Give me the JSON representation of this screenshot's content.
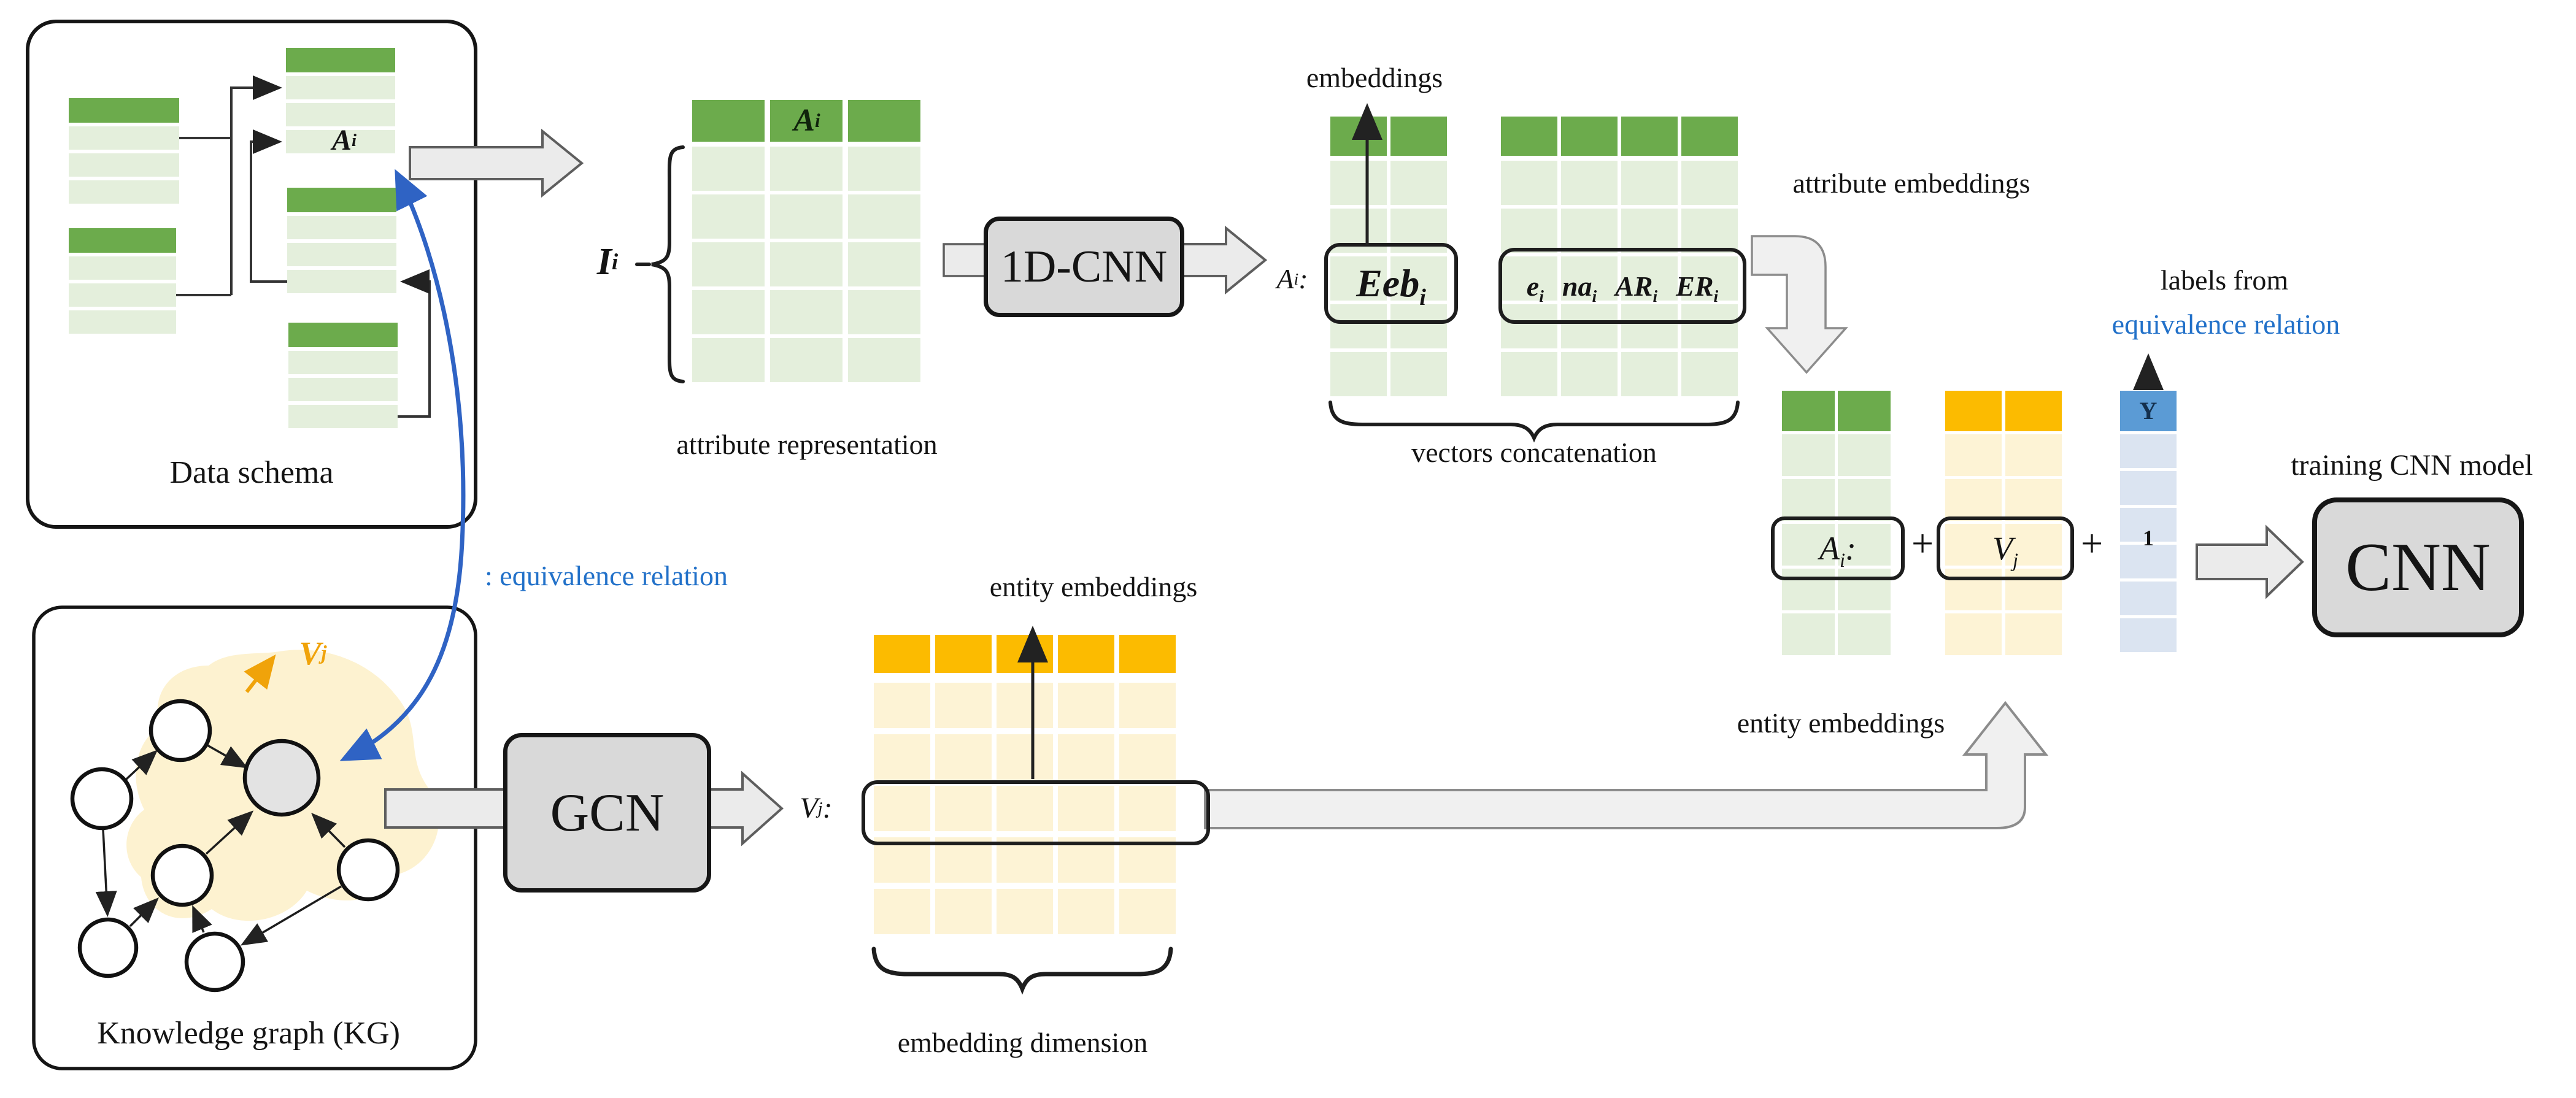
{
  "panels": {
    "data_schema": {
      "title": "Data schema"
    },
    "knowledge_graph": {
      "title": "Knowledge graph (KG)"
    }
  },
  "boxes": {
    "cnn1d": "1D-CNN",
    "gcn": "GCN",
    "cnn": "CNN"
  },
  "labels": {
    "attribute_representation": "attribute representation",
    "embeddings": "embeddings",
    "vectors_concatenation": "vectors concatenation",
    "attribute_embeddings": "attribute embeddings",
    "entity_embeddings": "entity embeddings",
    "embedding_dimension": "embedding dimension",
    "labels_from": "labels from",
    "equivalence_relation": "equivalence relation",
    "equivalence_relation_note": ": equivalence relation",
    "training_cnn_model": "training CNN model",
    "plus": "+",
    "y": "Y",
    "one": "1"
  },
  "math": {
    "ai": {
      "base": "A",
      "sub": "i"
    },
    "ai_colon": {
      "base": "A",
      "sub": "i",
      "suffix": ":"
    },
    "ii": {
      "base": "I",
      "sub": "i"
    },
    "eeb": {
      "base": "Eeb",
      "sub": "i"
    },
    "vj": {
      "base": "V",
      "sub": "j"
    },
    "vj_colon": {
      "base": "V",
      "sub": "j",
      "suffix": ":"
    },
    "vj_node": {
      "base": "v",
      "sub": "j"
    },
    "concat_items": [
      {
        "base": "e",
        "sub": "i"
      },
      {
        "base": "na",
        "sub": "i"
      },
      {
        "base": "AR",
        "sub": "i"
      },
      {
        "base": "ER",
        "sub": "i"
      }
    ]
  },
  "colors": {
    "green_header": "#6cab4c",
    "green_light": "#e4efdc",
    "orange_header": "#fcbb00",
    "orange_light": "#fdf3d5",
    "blue_header": "#5b9bd5",
    "blue_light": "#dbe4f1",
    "accent_blue": "#2271c9",
    "curve_blue": "#2f63c4",
    "highlight_yellow": "#fdf2d0",
    "box_gray": "#d9d9d9",
    "vj_orange": "#f0a30a"
  },
  "tables": {
    "schema_t1": {
      "cols": 1,
      "rows": 3,
      "palette": "green"
    },
    "schema_t2": {
      "cols": 1,
      "rows": 3,
      "palette": "green"
    },
    "schema_t3": {
      "cols": 1,
      "rows": 3,
      "palette": "green"
    },
    "schema_t4": {
      "cols": 1,
      "rows": 3,
      "palette": "green"
    },
    "schema_t5": {
      "cols": 1,
      "rows": 3,
      "palette": "green"
    },
    "attr_repr": {
      "cols": 3,
      "rows": 5,
      "palette": "green"
    },
    "concat_left": {
      "cols": 2,
      "rows": 5,
      "palette": "green"
    },
    "concat_right": {
      "cols": 4,
      "rows": 5,
      "palette": "green"
    },
    "result_green": {
      "cols": 2,
      "rows": 5,
      "palette": "green"
    },
    "result_orange": {
      "cols": 2,
      "rows": 5,
      "palette": "orange"
    },
    "result_blue": {
      "cols": 1,
      "rows": 6,
      "palette": "blue"
    },
    "entity_matrix": {
      "cols": 5,
      "rows": 5,
      "palette": "orange"
    }
  }
}
